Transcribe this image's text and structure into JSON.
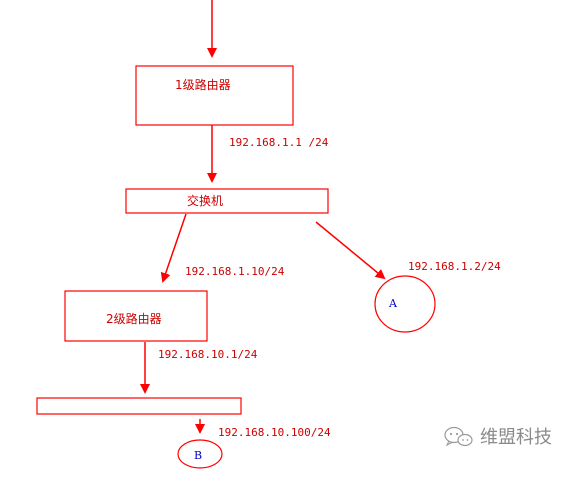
{
  "diagram": {
    "router1": {
      "label": "1级路由器"
    },
    "router1_ip": "192.168.1.1 /24",
    "switch": {
      "label": "交换机"
    },
    "router2_ip": "192.168.1.10/24",
    "node_a_ip": "192.168.1.2/24",
    "router2": {
      "label": "2级路由器"
    },
    "node_a": {
      "label": "A"
    },
    "switch2_ip": "192.168.10.1/24",
    "switch2": {
      "label": ""
    },
    "node_b_ip": "192.168.10.100/24",
    "node_b": {
      "label": "B"
    }
  },
  "watermark": {
    "text": "维盟科技",
    "icon": "wechat-icon"
  },
  "colors": {
    "line": "#ff0000",
    "text": "#cc0000",
    "node_text": "#0000cc",
    "watermark": "#8a8a8a"
  }
}
